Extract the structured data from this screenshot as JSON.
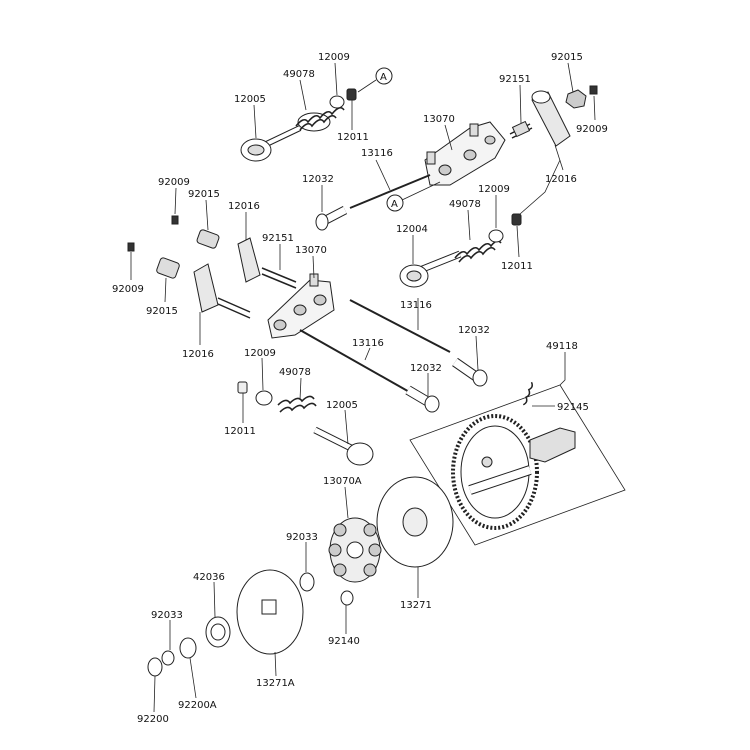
{
  "callout_letter": "A",
  "labels": {
    "12009_a": "12009",
    "49078_a": "49078",
    "12005_a": "12005",
    "12011_a": "12011",
    "92015_a": "92015",
    "92151_a": "92151",
    "92009_a": "92009",
    "13070_a": "13070",
    "13116_a": "13116",
    "12016_a": "12016",
    "12032_a": "12032",
    "12009_b": "12009",
    "49078_b": "49078",
    "12004": "12004",
    "12011_b": "12011",
    "92009_b": "92009",
    "92015_b": "92015",
    "12016_b": "12016",
    "92151_b": "92151",
    "13070_b": "13070",
    "92009_c": "92009",
    "92015_c": "92015",
    "12016_c": "12016",
    "13116_b": "13116",
    "12032_b": "12032",
    "49118": "49118",
    "13116_c": "13116",
    "12009_c": "12009",
    "12032_c": "12032",
    "49078_c": "49078",
    "92145": "92145",
    "12005_b": "12005",
    "12011_c": "12011",
    "13070A": "13070A",
    "92033_a": "92033",
    "13271": "13271",
    "42036": "42036",
    "92140": "92140",
    "92033_b": "92033",
    "13271A": "13271A",
    "92200A": "92200A",
    "92200": "92200"
  }
}
